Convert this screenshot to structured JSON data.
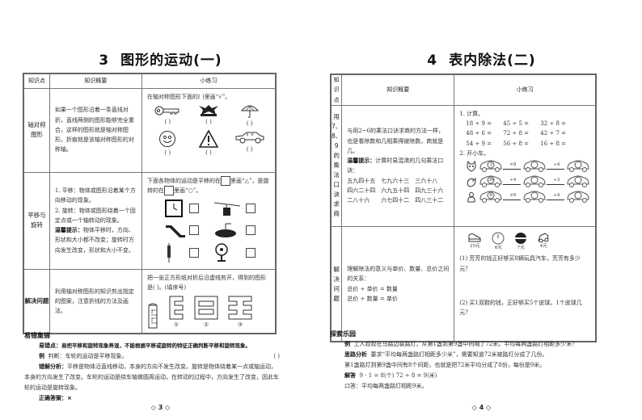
{
  "left_page": {
    "title_number": "3",
    "title_text": "图形的运动(一)",
    "table": {
      "headers": [
        "知识点",
        "知识概要",
        "小练习"
      ],
      "rows": [
        {
          "topic_line1": "轴对称",
          "topic_line2": "图形",
          "summary": "如果一个图形沿着一条直线对折，直线两侧的图形能够完全重合，这样的图形就是轴对称图形。折痕就是该轴对称图形的对称轴。",
          "exercise_prompt": "在轴对称图形下面的(    )里画“√”。",
          "exercise_items": [
            "key-icon",
            "ornament-icon",
            "umbrella-icon",
            "smiley-icon",
            "warning-triangle-icon",
            "car-icon"
          ],
          "answer_blank": "(    )"
        },
        {
          "topic_line1": "平移与",
          "topic_line2": "旋转",
          "summary_1": "1. 平移：物体或图形沿着某个方向移动的现象。",
          "summary_2": "2. 旋转：物体或图形绕着一个固定点或一个轴转动的现象。",
          "hint_label": "温馨提示：",
          "hint_text": "物体平移时，方向、形状和大小都不改变；旋转时方向发生改变，形状和大小不变。",
          "exercise_prompt_a": "下面各物体的运动是平移的在",
          "exercise_prompt_b": "里画“△”，是旋转的在",
          "exercise_prompt_c": "里画“○”。",
          "exercise_items": [
            "clock-icon",
            "cable-car-icon",
            "escalator-icon",
            "record-player-icon",
            "syringe-icon",
            "fan-icon"
          ]
        },
        {
          "topic": "解决问题",
          "summary": "利用轴对称图形的知识剪出指定的图案，注意折线的方法及画法。",
          "exercise_prompt": "把一张正方形纸对折后沿虚线剪开，得到的图形是(    )。(填序号)",
          "options": [
            "①",
            "②",
            "③"
          ]
        }
      ]
    },
    "errors": {
      "title": "易错集锦",
      "point_label": "易错点：",
      "point_text": "易把平移和旋转现象弄混，不能根据平移或旋转的特征正确判断平移和旋转现象。",
      "example_label": "例",
      "example_text": "判断：车轮的运动是平移现象。",
      "example_blank": "(    )",
      "analysis_label": "错解分析：",
      "analysis_text": "平移是物体沿直线移动，本身的方向不发生改变。旋转是物体绕着某一点或轴运动，本身的方向发生了改变。车轮的运动是绕车轴做圆周运动，在转动的过程中，方向发生了改变，因此车轮的运动是旋转现象。",
      "answer_label": "正确答案：",
      "answer_text": "×"
    },
    "page_number": "◇ 3 ◇"
  },
  "right_page": {
    "title_number": "4",
    "title_text": "表内除法(二)",
    "table": {
      "headers": [
        "知识点",
        "知识概要",
        "小练习"
      ],
      "rows": [
        {
          "topic_line1": "用7、8、9",
          "topic_line2": "的乘法口",
          "topic_line3": "诀求商",
          "summary": "与用2~6的乘法口诀求商的方法一样，也是看除数和几相乘得被除数，商就是几。",
          "hint_label": "温馨提示：",
          "hint_text": "计算时易混淆的几句乘法口诀：",
          "rhymes": [
            "五九四十五",
            "七九六十三",
            "三六十八",
            "四六二十四",
            "六九五十四",
            "四九三十六",
            "二八十六",
            "六七四十二",
            "四八三十二"
          ],
          "exercise1_label": "1. 计算。",
          "calculations": [
            "18 ÷ 9 =",
            "45 ÷ 5 =",
            "32 ÷ 8 =",
            "48 ÷ 6 =",
            "72 ÷ 8 =",
            "42 ÷ 7 =",
            "54 ÷ 9 =",
            "56 ÷ 8 =",
            "16 ÷ 8 ="
          ],
          "exercise2_label": "2. 开小车。",
          "car_trains": [
            {
              "animal": "cat-icon",
              "start": "3",
              "op1": "×8",
              "op2": "÷4"
            },
            {
              "animal": "squirrel-icon",
              "start": "36",
              "op1": "÷4",
              "op2": "÷3"
            },
            {
              "animal": "bird-icon",
              "start": "6",
              "op1": "×6",
              "op2": "÷4"
            }
          ]
        },
        {
          "topic": "解决问题",
          "summary_line1": "理解除法的意义与单价、数量、总价之间的关系：",
          "formula1": "总价 ÷ 单价 = 数量",
          "formula2": "总价 ÷ 数量 = 单价",
          "goods": [
            {
              "icon": "shoes-icon",
              "price": "25元"
            },
            {
              "icon": "clock-icon",
              "price": "6元"
            },
            {
              "icon": "ball-icon",
              "price": "7元"
            },
            {
              "icon": "toy-car-icon",
              "price": "4元"
            }
          ],
          "question1": "(1) 芳芳的钱正好够买8辆玩具汽车，芳芳有多少元？",
          "question2": "(2) 买1双鞋的钱，正好够买5个皮球。1个皮球几元？"
        }
      ]
    },
    "explore": {
      "title": "探索乐园",
      "example_label": "例",
      "example_text": "工人叔叔在马路边装路灯，从第1盏到第9盏中间隔了72米。平均每两盏路灯相距多少米？",
      "analysis_label": "思路分析",
      "analysis_text1": "要求“平均每两盏路灯相距多少米”，需要知道72米被路灯分成了几份。",
      "analysis_text2": "第1盏路灯到第9盏中间有8个间距，也就是把72米平均分成了8份，每份是9米。",
      "solution_label": "解答",
      "solution_text": "9 - 1 = 8(个)    72 ÷ 8 = 9(米)",
      "answer_text": "口答：平均每两盏路灯相距9米。"
    },
    "page_number": "◇ 4 ◇"
  }
}
